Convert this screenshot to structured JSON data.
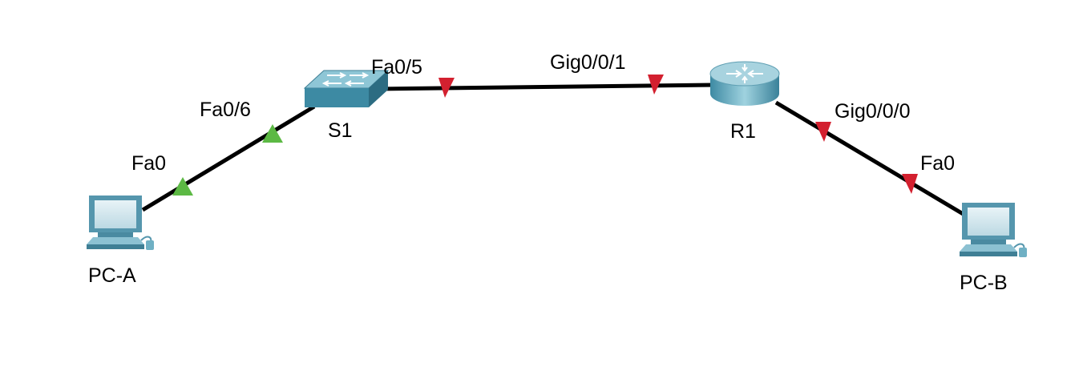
{
  "devices": {
    "pc_a": {
      "name": "PC-A",
      "type": "pc"
    },
    "s1": {
      "name": "S1",
      "type": "switch"
    },
    "r1": {
      "name": "R1",
      "type": "router"
    },
    "pc_b": {
      "name": "PC-B",
      "type": "pc"
    }
  },
  "links": [
    {
      "id": "pca-s1",
      "from": "pc_a",
      "to": "s1",
      "from_port": "Fa0",
      "to_port": "Fa0/6",
      "status": "up"
    },
    {
      "id": "s1-r1",
      "from": "s1",
      "to": "r1",
      "from_port": "Fa0/5",
      "to_port": "Gig0/0/1",
      "status": "down"
    },
    {
      "id": "r1-pcb",
      "from": "r1",
      "to": "pc_b",
      "from_port": "Gig0/0/0",
      "to_port": "Fa0",
      "status": "down"
    }
  ],
  "colors": {
    "up": "#5cb944",
    "down": "#d3202f",
    "cable": "#000000",
    "device": "#6fb0c4"
  }
}
